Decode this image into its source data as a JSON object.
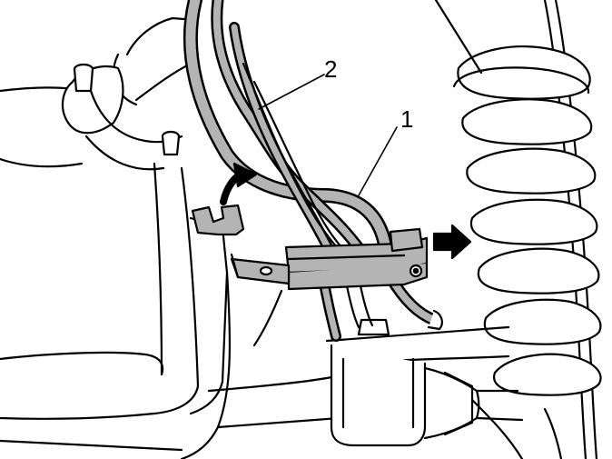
{
  "callouts": [
    {
      "id": "1",
      "text": "1"
    },
    {
      "id": "2",
      "text": "2"
    }
  ],
  "colors": {
    "line": "#000000",
    "wire_fill": "#b4b4b4",
    "background": "#ffffff",
    "arrow": "#000000"
  },
  "arrows": [
    {
      "name": "curved-arrow",
      "direction": "up-right"
    },
    {
      "name": "right-arrow",
      "direction": "right"
    }
  ]
}
